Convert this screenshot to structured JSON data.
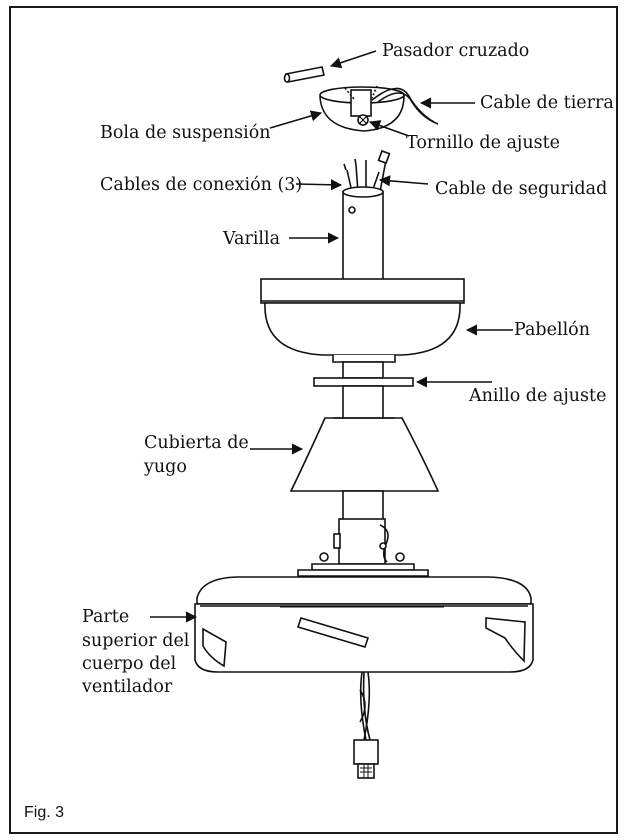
{
  "figure": {
    "caption": "Fig. 3",
    "parts": {
      "cross_pin": "Pasador cruzado",
      "ground_wire": "Cable de tierra",
      "hanger_ball": "Bola de suspensión",
      "set_screw": "Tornillo de ajuste",
      "connection_wires": "Cables de conexión (3)",
      "safety_cable": "Cable de seguridad",
      "downrod": "Varilla",
      "canopy": "Pabellón",
      "adjustment_ring": "Anillo de ajuste",
      "yoke_cover_line1": "Cubierta de",
      "yoke_cover_line2": "yugo",
      "motor_top_line1": "Parte",
      "motor_top_line2": "superior del",
      "motor_top_line3": "cuerpo del",
      "motor_top_line4": "ventilador"
    }
  }
}
